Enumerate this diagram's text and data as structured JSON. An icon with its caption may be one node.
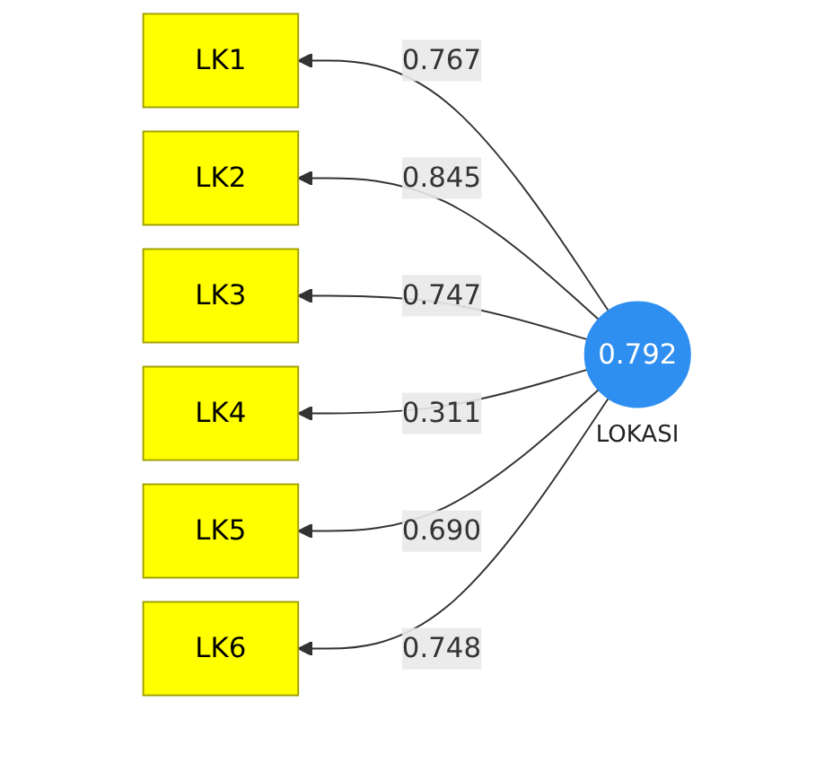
{
  "diagram": {
    "nodes": [
      {
        "text": [
          "LK1"
        ]
      },
      {
        "text": [
          "LK2"
        ]
      },
      {
        "text": [
          "LK3"
        ]
      },
      {
        "text": [
          "LK4"
        ]
      },
      {
        "text": [
          "LK5"
        ]
      },
      {
        "text": [
          "LK6"
        ]
      },
      {
        "text": [
          "0.792"
        ],
        "beside": [
          "LOKASI"
        ]
      }
    ],
    "edges": [
      {
        "from": 6,
        "to": 0,
        "arrow": "to",
        "label": "0.767"
      },
      {
        "from": 6,
        "to": 1,
        "arrow": "to",
        "label": "0.845"
      },
      {
        "from": 6,
        "to": 2,
        "arrow": "to",
        "label": "0.747"
      },
      {
        "from": 6,
        "to": 3,
        "arrow": "to",
        "label": "0.311"
      },
      {
        "from": 6,
        "to": 4,
        "arrow": "to",
        "label": "0.690"
      },
      {
        "from": 6,
        "to": 5,
        "arrow": "to",
        "label": "0.748"
      }
    ]
  }
}
